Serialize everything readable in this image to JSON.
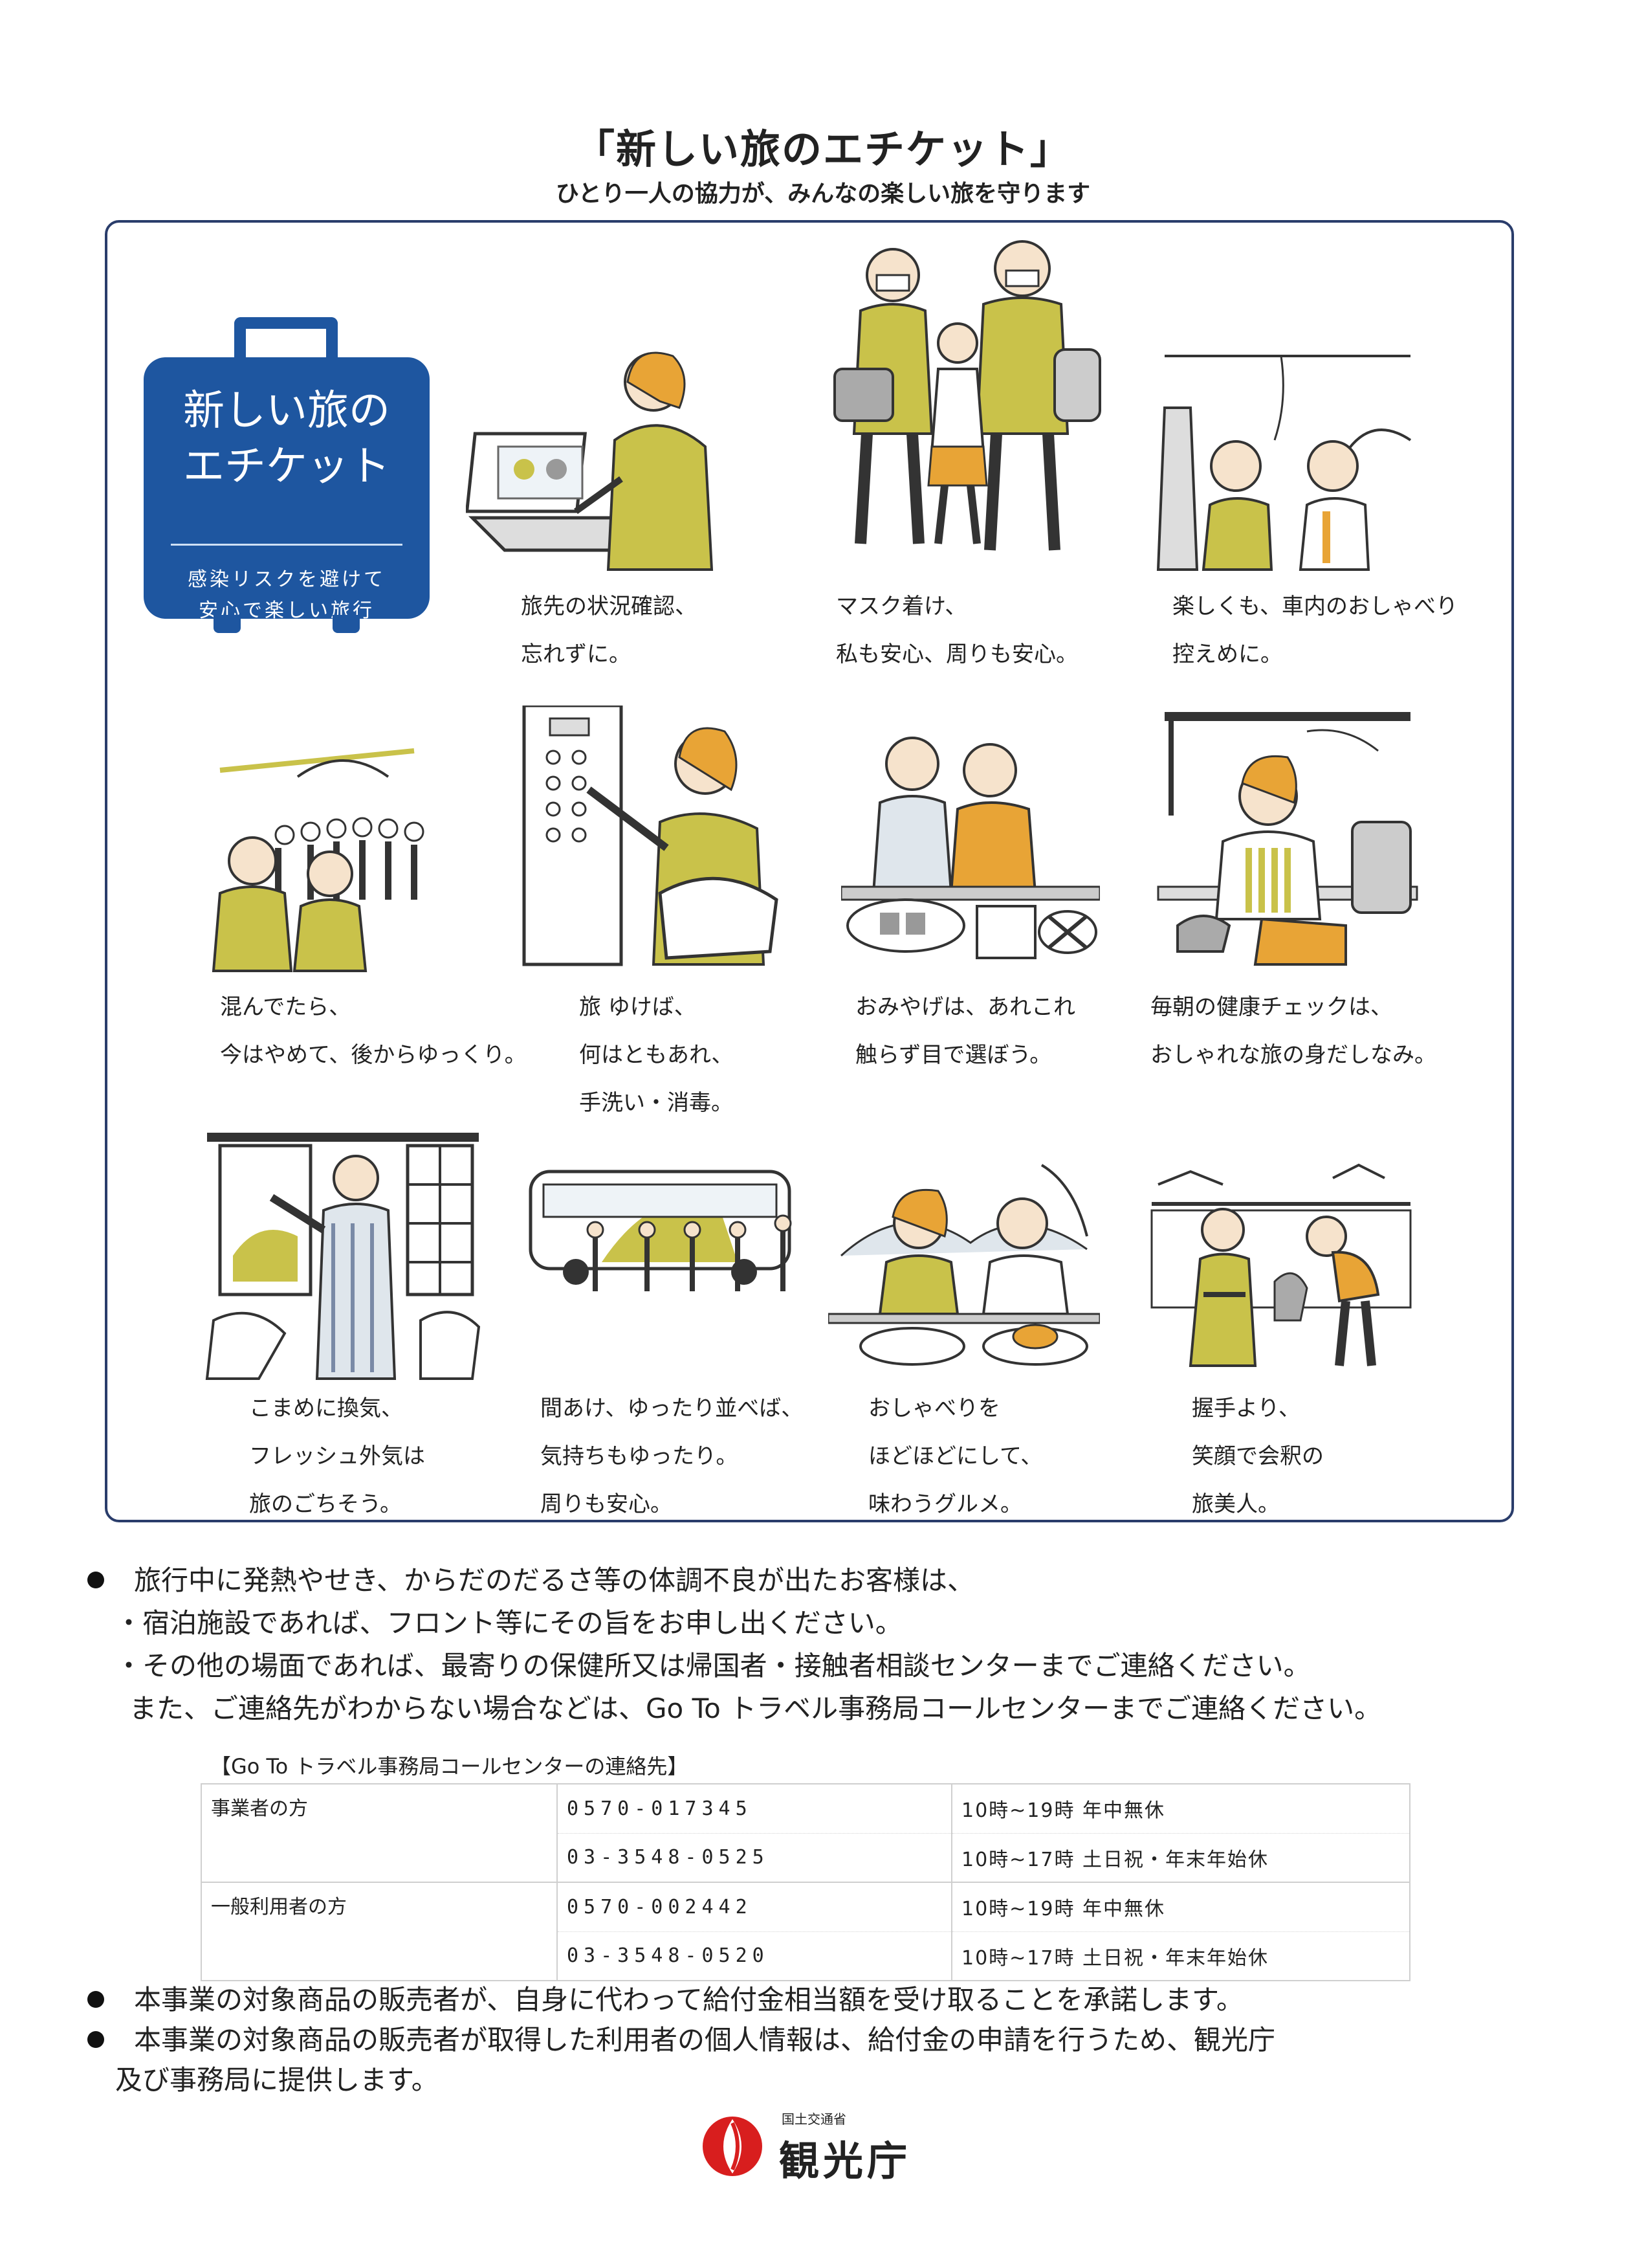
{
  "header": {
    "title": "「新しい旅のエチケット」",
    "subtitle": "ひとり一人の協力が、みんなの楽しい旅を守ります"
  },
  "badge": {
    "title_line1": "新しい旅の",
    "title_line2": "エチケット",
    "sub_line1": "感染リスクを避けて",
    "sub_line2": "安心で楽しい旅行"
  },
  "etiquette": [
    {
      "lines": [
        "旅先の状況確認、",
        "忘れずに。"
      ]
    },
    {
      "lines": [
        "マスク着け、",
        "私も安心、周りも安心。"
      ]
    },
    {
      "lines": [
        "楽しくも、車内のおしゃべり",
        "控えめに。"
      ]
    },
    {
      "lines": [
        "混んでたら、",
        "今はやめて、後からゆっくり。"
      ]
    },
    {
      "lines": [
        "旅 ゆけば、",
        "何はともあれ、",
        "手洗い・消毒。"
      ]
    },
    {
      "lines": [
        "おみやげは、あれこれ",
        "触らず目で選ぼう。"
      ]
    },
    {
      "lines": [
        "毎朝の健康チェックは、",
        "おしゃれな旅の身だしなみ。"
      ]
    },
    {
      "lines": [
        "こまめに換気、",
        "フレッシュ外気は",
        "旅のごちそう。"
      ]
    },
    {
      "lines": [
        "間あけ、ゆったり並べば、",
        "気持ちもゆったり。",
        "周りも安心。"
      ]
    },
    {
      "lines": [
        "おしゃべりを",
        "ほどほどにして、",
        "味わうグルメ。"
      ]
    },
    {
      "lines": [
        "握手より、",
        "笑顔で会釈の",
        "旅美人。"
      ]
    }
  ],
  "notices": {
    "main": "旅行中に発熱やせき、からだのだるさ等の体調不良が出たお客様は、",
    "sub1": "・宿泊施設であれば、フロント等にその旨をお申し出ください。",
    "sub2": "・その他の場面であれば、最寄りの保健所又は帰国者・接触者相談センターまでご連絡ください。",
    "sub3": "また、ご連絡先がわからない場合などは、Go To トラベル事務局コールセンターまでご連絡ください。"
  },
  "contacts": {
    "title": "【Go To トラベル事務局コールセンターの連絡先】",
    "rows": [
      {
        "who": "事業者の方",
        "phone": "0570-017345",
        "hours": "10時~19時 年中無休"
      },
      {
        "who": "",
        "phone": "03-3548-0525",
        "hours": "10時~17時 土日祝・年末年始休"
      },
      {
        "who": "一般利用者の方",
        "phone": "0570-002442",
        "hours": "10時~19時 年中無休"
      },
      {
        "who": "",
        "phone": "03-3548-0520",
        "hours": "10時~17時 土日祝・年末年始休"
      }
    ]
  },
  "footer_notes": {
    "n1": "本事業の対象商品の販売者が、自身に代わって給付金相当額を受け取ることを承諾します。",
    "n2_line1": "本事業の対象商品の販売者が取得した利用者の個人情報は、給付金の申請を行うため、観光庁",
    "n2_line2": "及び事務局に提供します。"
  },
  "logo": {
    "small": "国土交通省",
    "big": "観光庁"
  },
  "colors": {
    "badge_blue": "#1e56a0",
    "panel_border": "#2a3d6b",
    "accent_yellow": "#c9c24a",
    "accent_orange": "#e8a436",
    "logo_red": "#d81e1e"
  }
}
